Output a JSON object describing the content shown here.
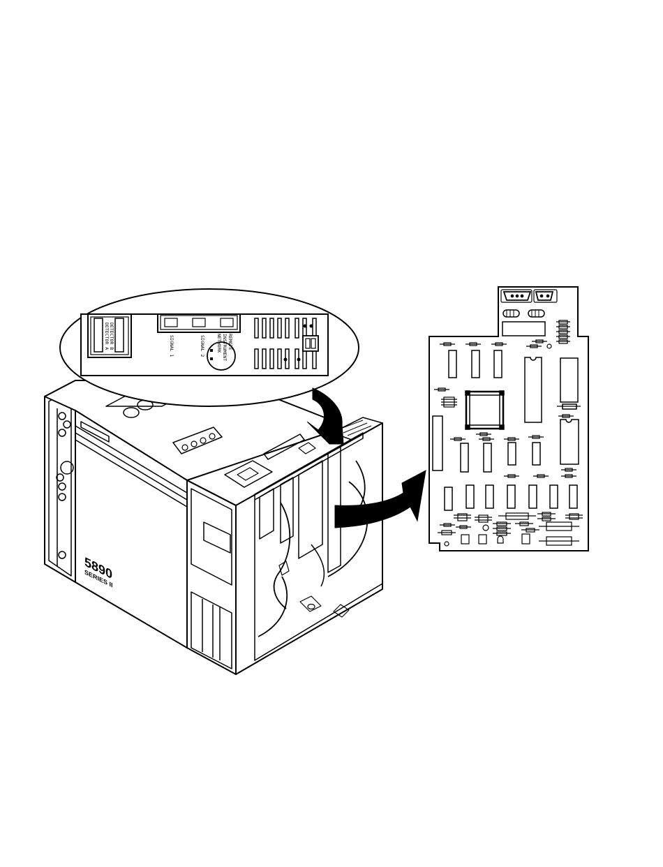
{
  "detail_panel": {
    "detector_b": "DETECTOR B",
    "detector_a": "DETECTOR A",
    "signal_1": "SIGNAL 1",
    "signal_2": "SIGNAL 2",
    "remote": "REMOTE",
    "instrument": "INSTRUMENT",
    "network": "NETWORK"
  },
  "instrument": {
    "model_number": "5890",
    "series": "SERIES II"
  },
  "colors": {
    "line": "#000000",
    "background": "#ffffff"
  }
}
